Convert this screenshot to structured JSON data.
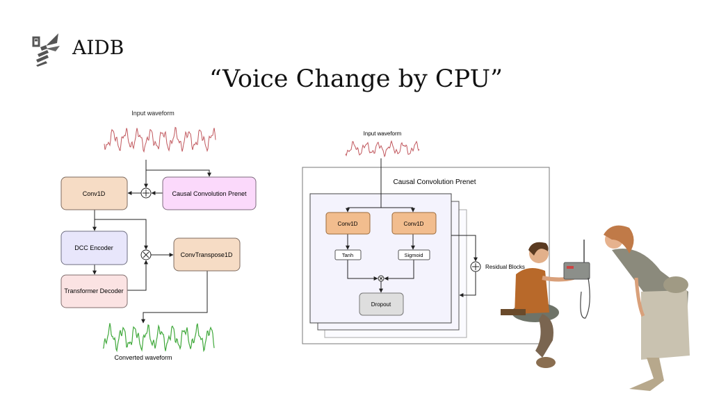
{
  "logo": {
    "text": "AIDB"
  },
  "title": "“Voice Change by CPU”",
  "left_diagram": {
    "input_label": "Input waveform",
    "output_label": "Converted waveform",
    "blocks": {
      "conv1d": "Conv1D",
      "prenet": "Causal Convolution Prenet",
      "encoder": "DCC Encoder",
      "decoder": "Transformer Decoder",
      "transpose": "ConvTranspose1D"
    },
    "colors": {
      "input_wave": "#c0565c",
      "output_wave": "#3fa83a",
      "conv": "#f6dcc5",
      "prenet": "#fbd9fb",
      "encoder": "#e8e6fb",
      "decoder": "#fbe3e3"
    }
  },
  "right_diagram": {
    "input_label": "Input waveform",
    "container_label": "Causal Convolution Prenet",
    "blocks": {
      "conv1d_left": "Conv1D",
      "conv1d_right": "Conv1D",
      "tanh": "Tanh",
      "sigmoid": "Sigmoid",
      "dropout": "Dropout"
    },
    "residual_label": "Residual Blocks",
    "colors": {
      "conv": "#f2bd8e",
      "panel": "#f4f3fd",
      "dropout": "#dedede"
    }
  }
}
